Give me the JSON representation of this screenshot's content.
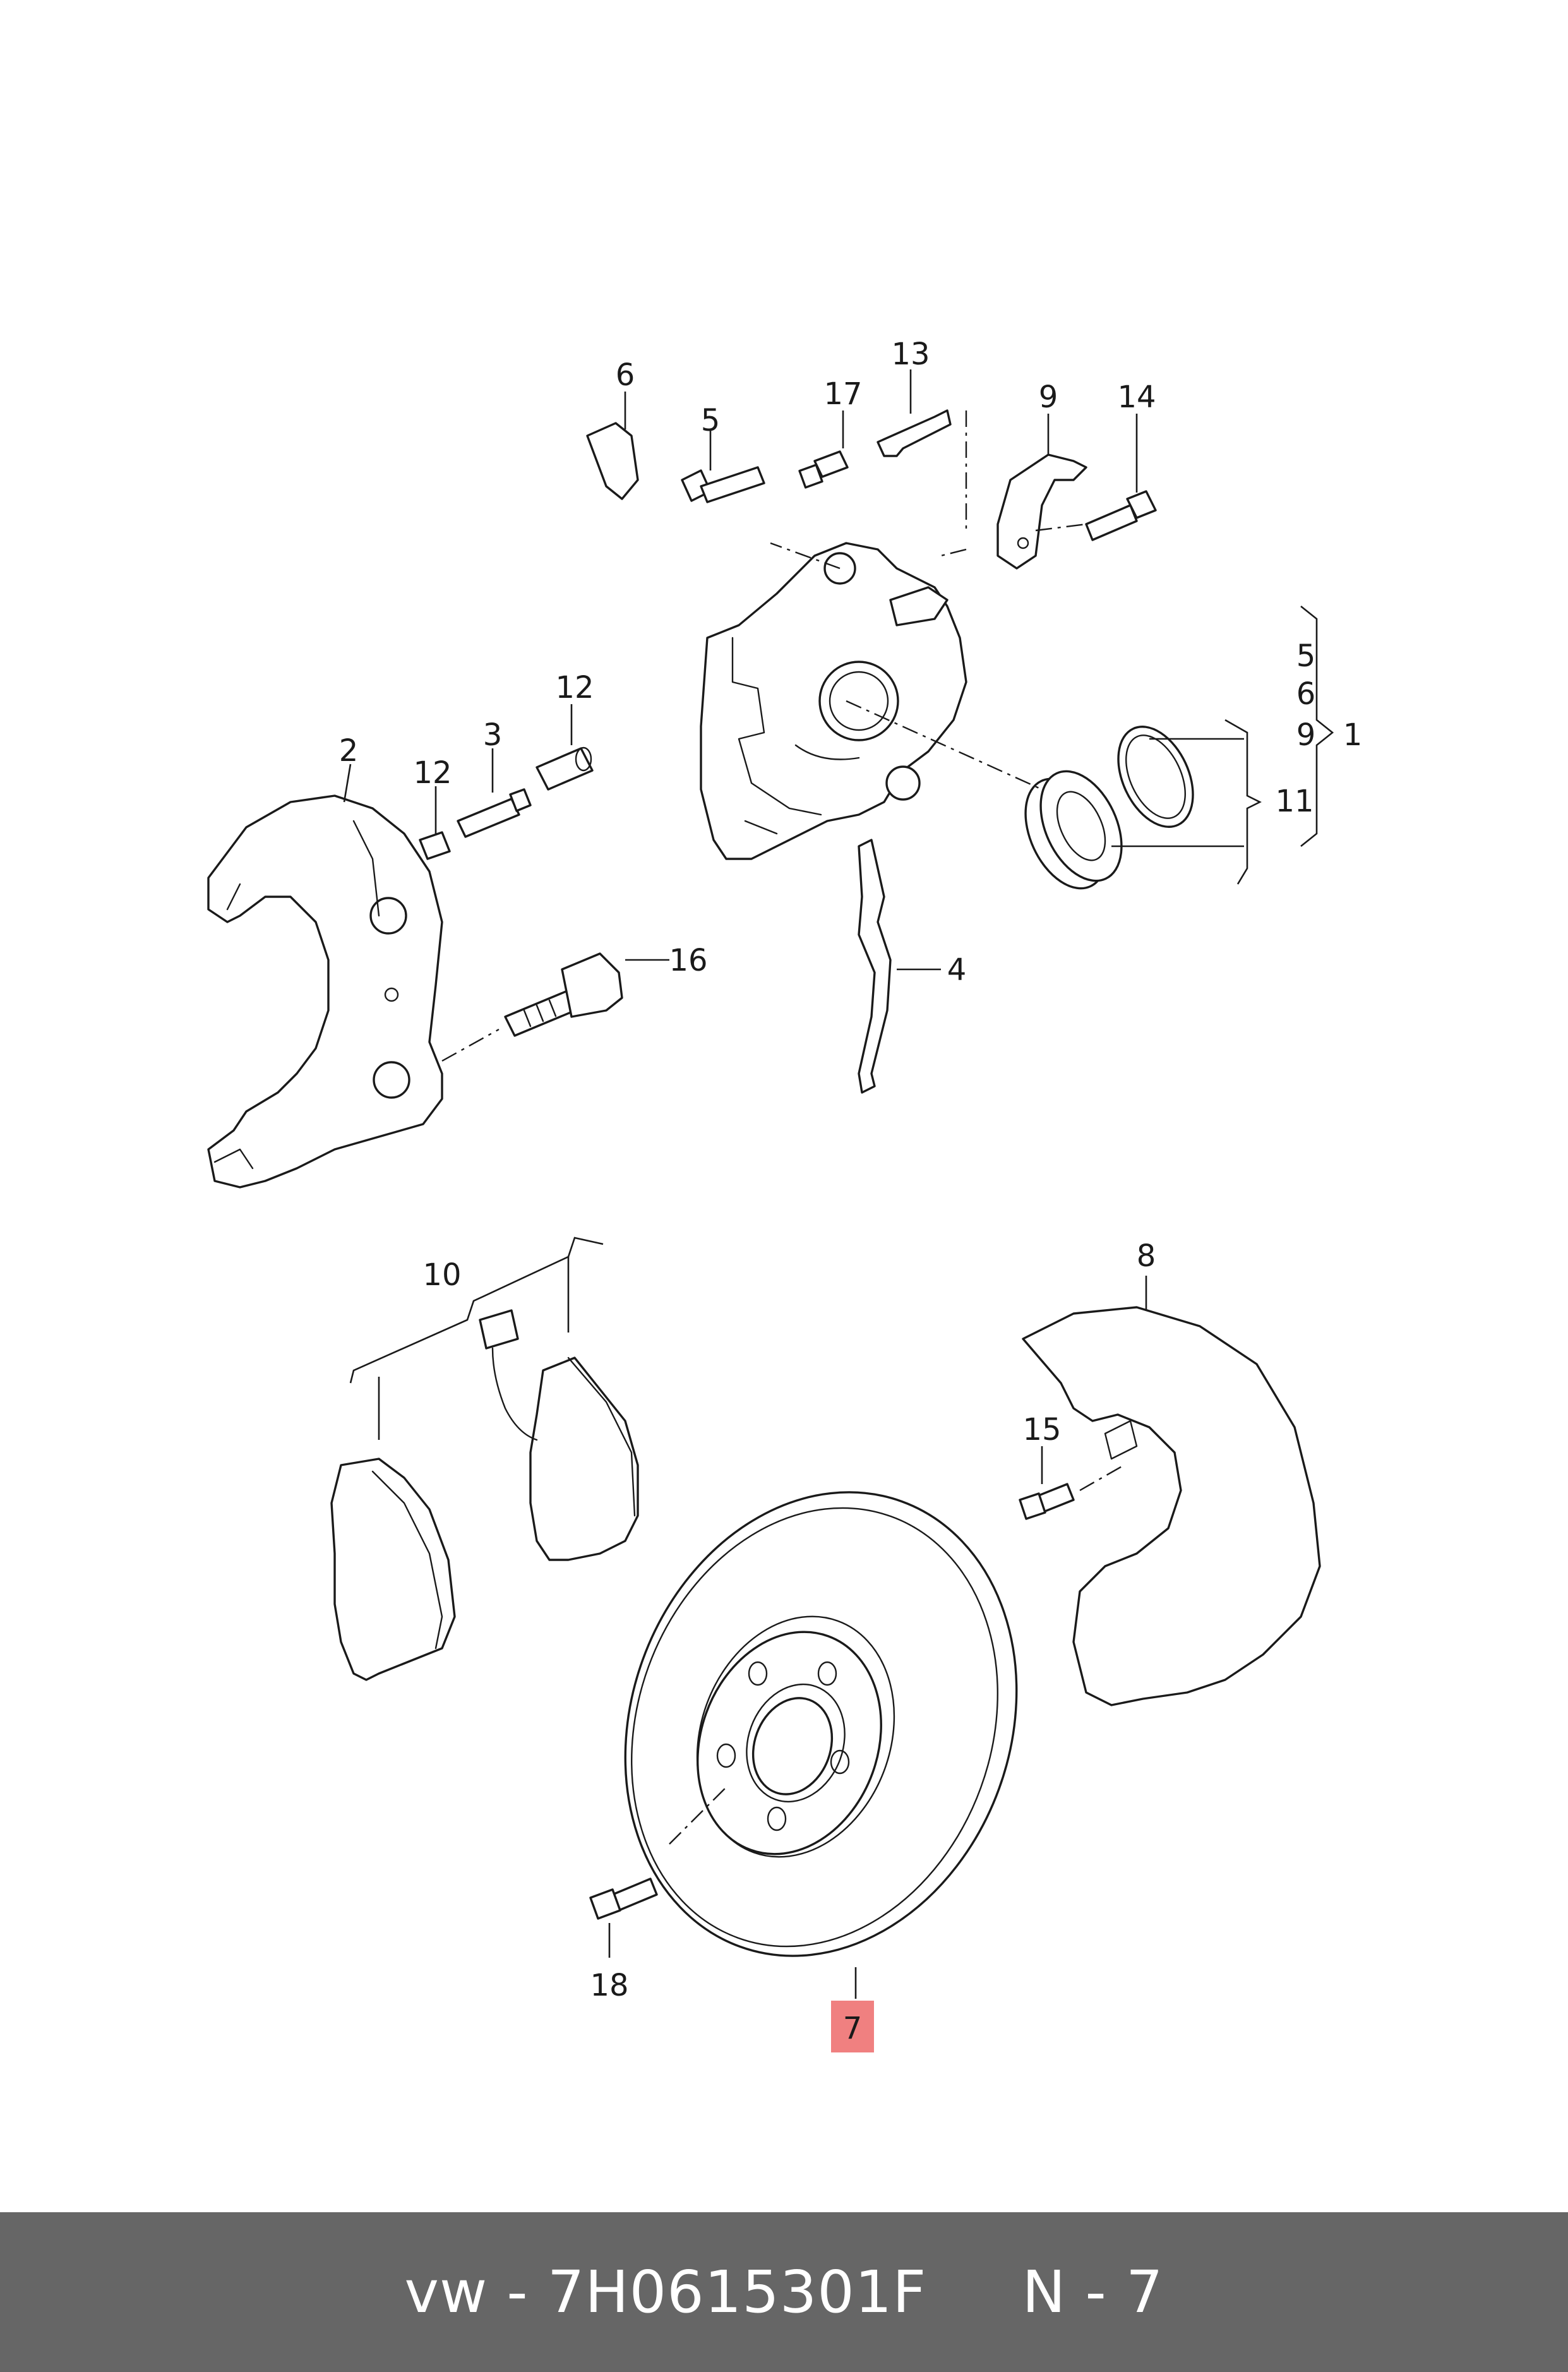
{
  "callouts": {
    "c1": "1",
    "c2": "2",
    "c3": "3",
    "c4": "4",
    "c5": "5",
    "c6": "6",
    "c7": "7",
    "c8": "8",
    "c9": "9",
    "c10": "10",
    "c11": "11",
    "c12a": "12",
    "c12b": "12",
    "c13": "13",
    "c14": "14",
    "c15": "15",
    "c16": "16",
    "c17": "17",
    "c18": "18",
    "group_5": "5",
    "group_6": "6",
    "group_9": "9"
  },
  "highlight": {
    "part": "7",
    "color": "#f08080"
  },
  "footer": {
    "text": "vw - 7H0615301F     N - 7",
    "background": "#666666"
  }
}
